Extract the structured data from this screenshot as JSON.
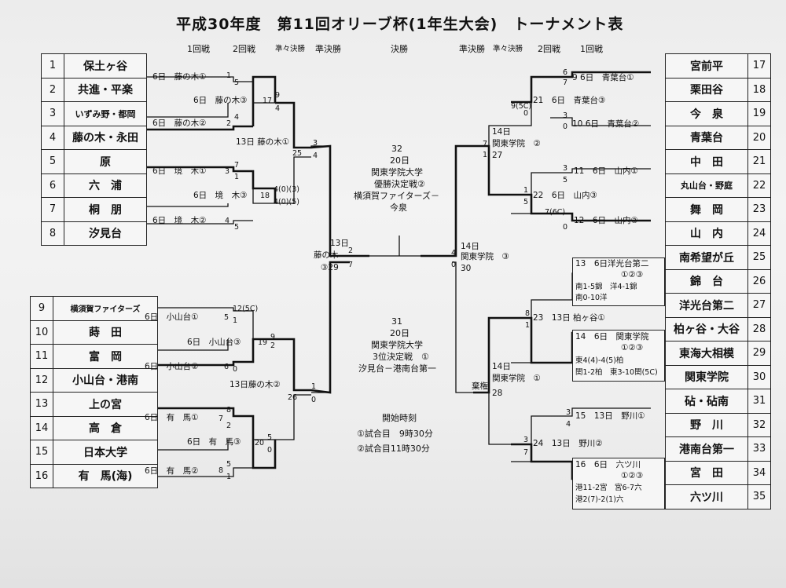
{
  "title": "平成30年度　第11回オリーブ杯(1年生大会)　トーナメント表",
  "headers": {
    "left": [
      "1回戦",
      "2回戦",
      "準々決勝",
      "準決勝"
    ],
    "center": "決勝",
    "right": [
      "準決勝",
      "準々決勝",
      "2回戦",
      "1回戦"
    ]
  },
  "left_teams": [
    {
      "no": "1",
      "name": "保土ヶ谷"
    },
    {
      "no": "2",
      "name": "共進・平楽"
    },
    {
      "no": "3",
      "name": "いずみ野・都岡"
    },
    {
      "no": "4",
      "name": "藤の木・永田"
    },
    {
      "no": "5",
      "name": "原"
    },
    {
      "no": "6",
      "name": "六　浦"
    },
    {
      "no": "7",
      "name": "桐　朋"
    },
    {
      "no": "8",
      "name": "汐見台"
    },
    {
      "no": "9",
      "name": "横須賀ファイターズ"
    },
    {
      "no": "10",
      "name": "蒔　田"
    },
    {
      "no": "11",
      "name": "富　岡"
    },
    {
      "no": "12",
      "name": "小山台・港南"
    },
    {
      "no": "13",
      "name": "上の宮"
    },
    {
      "no": "14",
      "name": "高　倉"
    },
    {
      "no": "15",
      "name": "日本大学"
    },
    {
      "no": "16",
      "name": "有　馬(海)"
    }
  ],
  "right_teams": [
    {
      "no": "17",
      "name": "宮前平"
    },
    {
      "no": "18",
      "name": "栗田谷"
    },
    {
      "no": "19",
      "name": "今　泉"
    },
    {
      "no": "20",
      "name": "青葉台"
    },
    {
      "no": "21",
      "name": "中　田"
    },
    {
      "no": "22",
      "name": "丸山台・野庭"
    },
    {
      "no": "23",
      "name": "舞　岡"
    },
    {
      "no": "24",
      "name": "山　内"
    },
    {
      "no": "25",
      "name": "南希望が丘"
    },
    {
      "no": "26",
      "name": "錦　台"
    },
    {
      "no": "27",
      "name": "洋光台第二"
    },
    {
      "no": "28",
      "name": "柏ヶ谷・大谷"
    },
    {
      "no": "29",
      "name": "東海大相模"
    },
    {
      "no": "30",
      "name": "関東学院"
    },
    {
      "no": "31",
      "name": "砧・砧南"
    },
    {
      "no": "32",
      "name": "野　川"
    },
    {
      "no": "33",
      "name": "港南台第一"
    },
    {
      "no": "34",
      "name": "宮　田"
    },
    {
      "no": "35",
      "name": "六ツ川"
    }
  ],
  "left_matches": {
    "m1": "6日　藤の木①",
    "m2": "6日　藤の木②",
    "m3": "6日　藤の木③",
    "m4": "6日　境　木①",
    "m5": "6日　境　木②",
    "m6": "6日　境　木③",
    "m7": "13日 藤の木①",
    "m8": "6日　小山台①",
    "m9": "6日　小山台②",
    "m10": "6日　小山台③",
    "m11": "6日　有　馬①",
    "m12": "6日　有　馬②",
    "m13": "6日　有　馬③",
    "m14": "13日藤の木②",
    "semi_date": "13日",
    "semi_venue": "藤の木",
    "semi_code": "③29"
  },
  "left_scores": {
    "s1a": "1",
    "s1b": "5",
    "s2a": "2",
    "s2b": "4",
    "s3a": "17",
    "s3b": "9",
    "s3c": "4",
    "s4a": "3",
    "s4b": "7",
    "s4c": "1",
    "s5a": "4",
    "s5b": "5",
    "s5c": "4(0)(3)",
    "s5d": "4(0)(5)",
    "s6": "18",
    "s7a": "3",
    "s7b": "4",
    "s7c": "25",
    "s8a": "5",
    "s8b": "12(5C)",
    "s8c": "1",
    "s9a": "6",
    "s9b": "0",
    "s10": "19",
    "s10b": "9",
    "s10c": "2",
    "s11a": "7",
    "s11b": "8",
    "s11c": "2",
    "s12a": "8",
    "s12b": "5",
    "s12c": "1",
    "s13": "20",
    "s13b": "5",
    "s13c": "0",
    "s14a": "1",
    "s14b": "0",
    "s14c": "26",
    "sf_top": "2",
    "sf_bot": "7"
  },
  "right_matches": {
    "r1": "9  6日　青葉台①",
    "r2": "10 6日　青葉台②",
    "r3": "21　6日　青葉台③",
    "r4": "11　6日　山内①",
    "r5": "12　6日　山内②",
    "r6": "22　6日　山内③",
    "qf1_date": "14日",
    "qf1_venue": "関東学院　②",
    "qf1_score": "27",
    "r7_head": "13　6日洋光台第二",
    "r7_code": "①②③",
    "r7_res1": "南1-5錦　洋4-1錦",
    "r7_res2": "南0-10洋",
    "r8_head": "14　6日　関東学院",
    "r8_code": "①②③",
    "r8_res1": "東4(4)-4(5)柏",
    "r8_res2": "関1-2柏　東3-10関(5C)",
    "r9": "23　13日 柏ヶ谷①",
    "r10": "15　13日　野川①",
    "r11_head": "16　6日　六ツ川",
    "r11_code": "①②③",
    "r11_res1": "港11-2宮　宮6-7六",
    "r11_res2": "港2(7)-2(1)六",
    "r12": "24　13日　野川②",
    "qf2_date": "14日",
    "qf2_venue": "関東学院　①",
    "qf2_forfeit": "棄権",
    "qf2_score": "28",
    "sf_date": "14日",
    "sf_venue": "関東学院　③",
    "sf_score": "30"
  },
  "right_scores": {
    "a1": "6",
    "a2": "7",
    "a3": "9(5C)",
    "a4": "0",
    "a5": "3",
    "a6": "0",
    "b1": "7",
    "b2": "1",
    "c1": "3",
    "c2": "5",
    "c3": "1",
    "c4": "5",
    "c5": "7(6C)",
    "c6": "0",
    "d1": "4",
    "d2": "0",
    "e1": "8",
    "e2": "1",
    "e3": "3",
    "e4": "4",
    "e5": "3",
    "e6": "7"
  },
  "center": {
    "final_no": "32",
    "final_date": "20日",
    "final_venue": "関東学院大学",
    "final_name": "優勝決定戦②",
    "final_teams1": "横須賀ファイターズ－",
    "final_teams2": "今泉",
    "third_no": "31",
    "third_date": "20日",
    "third_venue": "関東学院大学",
    "third_name": "3位決定戦　①",
    "third_teams": "汐見台－港南台第一",
    "start_title": "開始時刻",
    "start1": "①試合目　9時30分",
    "start2": "②試合目11時30分"
  }
}
